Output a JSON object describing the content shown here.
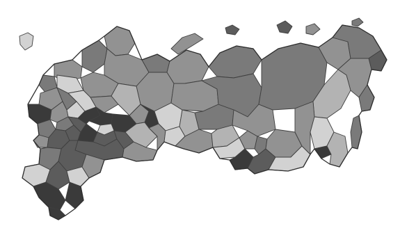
{
  "map": {
    "legend": {
      "shades": {
        "very_light": "#d2d2d2",
        "light": "#b3b3b3",
        "medium": "#929292",
        "medium_dark": "#7a7a7a",
        "dark": "#5c5c5c",
        "very_dark": "#3a3a3a"
      }
    },
    "region_shade_counts": {
      "very_light": 9,
      "light": 10,
      "medium": 22,
      "medium_dark": 18,
      "dark": 12,
      "very_dark": 6
    },
    "background_color": "#ffffff",
    "border_color": "#3f3f3f"
  }
}
